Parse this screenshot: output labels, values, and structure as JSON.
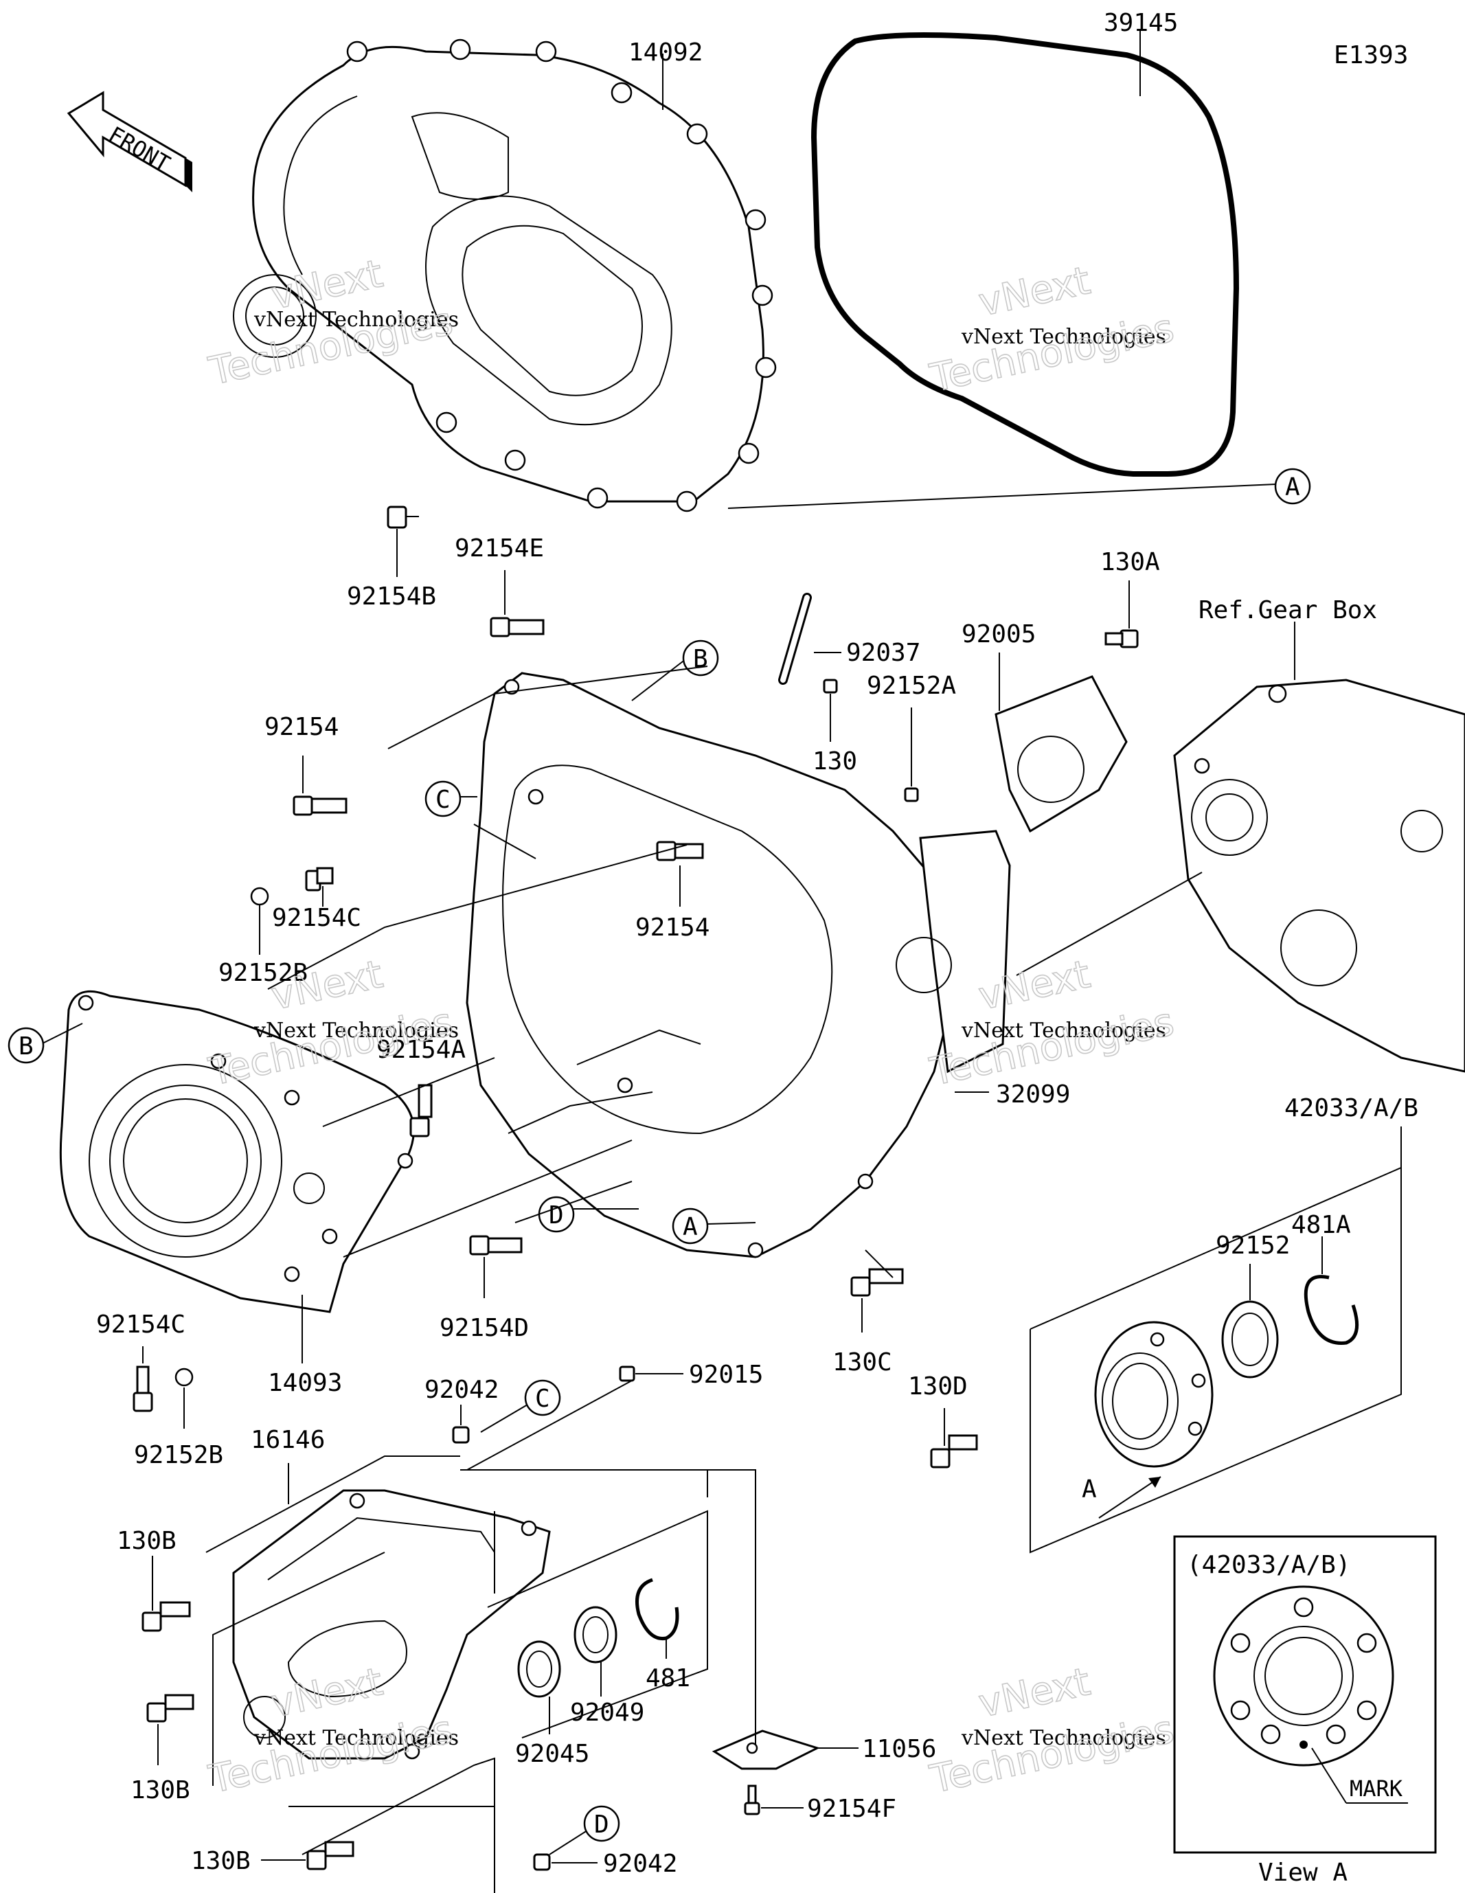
{
  "diagram_code": "E1393",
  "front_label": "FRONT",
  "ref_label": "Ref.Gear Box",
  "view_box_title": "(42033/A/B)",
  "view_a_label": "View A",
  "mark_label": "MARK",
  "arrow_a_label": "A",
  "watermark": {
    "small": "vNext Technologies",
    "large_line1": "vNext",
    "large_line2": "Technologies"
  },
  "callouts": {
    "a": "A",
    "b": "B",
    "c": "C",
    "d": "D"
  },
  "parts": {
    "p14092": "14092",
    "p39145": "39145",
    "p92154B": "92154B",
    "p92154E": "92154E",
    "p130A": "130A",
    "p92037": "92037",
    "p92005": "92005",
    "p92152A": "92152A",
    "p130": "130",
    "p92154_top": "92154",
    "p92154_mid": "92154",
    "p92154C_top": "92154C",
    "p92152B_top": "92152B",
    "p92154A": "92154A",
    "p32099": "32099",
    "p42033": "42033/A/B",
    "p481A": "481A",
    "p92152": "92152",
    "p92154D": "92154D",
    "p130C": "130C",
    "p130D": "130D",
    "p92154C_bot": "92154C",
    "p92152B_bot": "92152B",
    "p14093": "14093",
    "p92042_top": "92042",
    "p92015": "92015",
    "p16146": "16146",
    "p130B_1": "130B",
    "p130B_2": "130B",
    "p130B_3": "130B",
    "p481": "481",
    "p92049": "92049",
    "p92045": "92045",
    "p11056": "11056",
    "p92154F": "92154F",
    "p92042_bot": "92042"
  }
}
